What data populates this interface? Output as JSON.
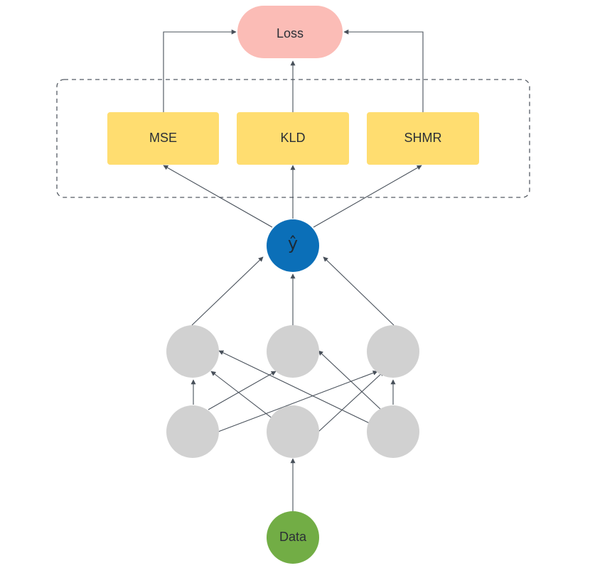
{
  "loss": {
    "label": "Loss",
    "color": "#fbbcb6"
  },
  "metrics": [
    {
      "id": "mse",
      "label": "MSE"
    },
    {
      "id": "kld",
      "label": "KLD"
    },
    {
      "id": "shmr",
      "label": "SHMR"
    }
  ],
  "metric_color": "#ffdd70",
  "output_node": {
    "label": "ŷ",
    "color": "#0b6fb8"
  },
  "hidden_color": "#d1d1d1",
  "data_node": {
    "label": "Data",
    "color": "#72ad45"
  },
  "line_color": "#48505a"
}
